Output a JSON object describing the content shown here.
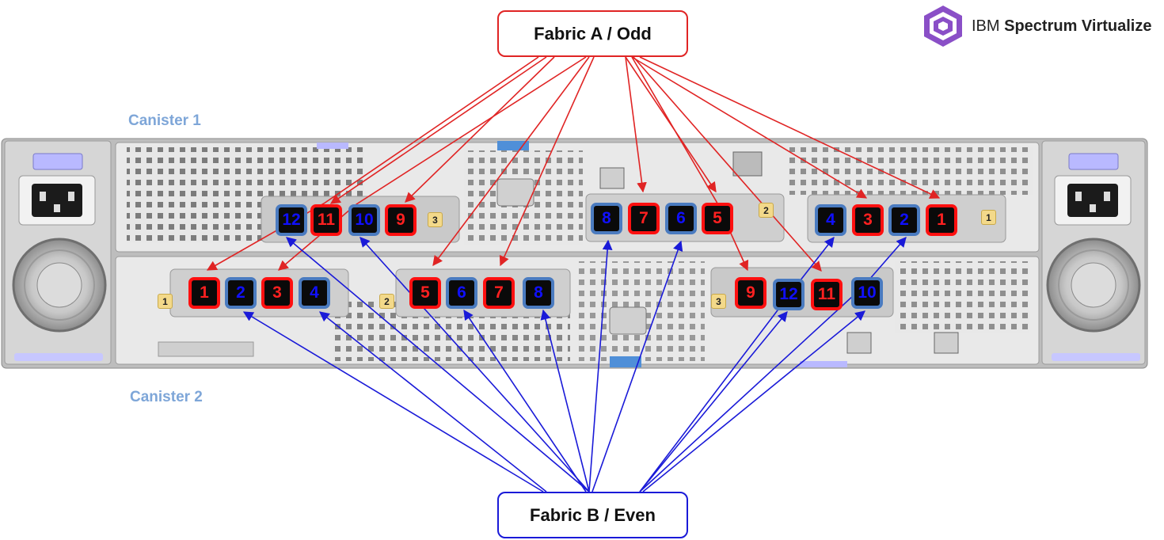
{
  "fabric_a": {
    "label": "Fabric A / Odd",
    "color": "#e02424"
  },
  "fabric_b": {
    "label": "Fabric B / Even",
    "color": "#1a1ad8"
  },
  "brand": {
    "prefix": "IBM",
    "name": "Spectrum Virtualize",
    "logo_icon": "ibm-cube-icon",
    "logo_color": "#8a4fc7"
  },
  "canister1": {
    "label": "Canister 1",
    "slots": [
      {
        "badge": "3",
        "ports": [
          "12",
          "11",
          "10",
          "9"
        ]
      },
      {
        "badge": "2",
        "ports": [
          "8",
          "7",
          "6",
          "5"
        ]
      },
      {
        "badge": "1",
        "ports": [
          "4",
          "3",
          "2",
          "1"
        ]
      }
    ]
  },
  "canister2": {
    "label": "Canister 2",
    "slots": [
      {
        "badge": "1",
        "ports": [
          "1",
          "2",
          "3",
          "4"
        ]
      },
      {
        "badge": "2",
        "ports": [
          "5",
          "6",
          "7",
          "8"
        ]
      },
      {
        "badge": "3",
        "ports": [
          "9",
          "12",
          "11",
          "10"
        ]
      }
    ]
  },
  "colors": {
    "odd_port": "#ff1010",
    "even_port": "#1010ff",
    "label": "#7ea6d8"
  }
}
